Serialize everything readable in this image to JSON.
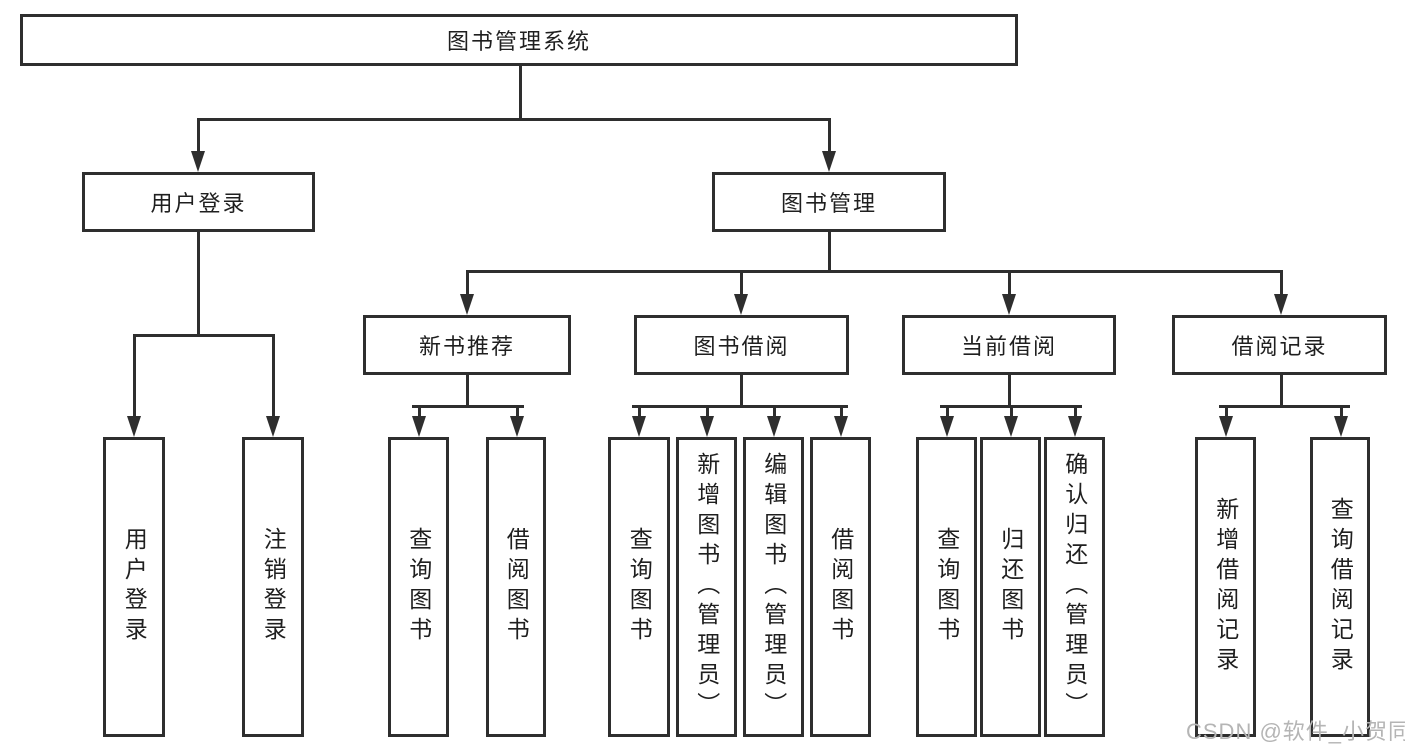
{
  "diagram": {
    "type": "hierarchy-tree",
    "nodes": {
      "root": {
        "label": "图书管理系统"
      },
      "user_login": {
        "label": "用户登录"
      },
      "book_mgmt": {
        "label": "图书管理"
      },
      "new_book_rec": {
        "label": "新书推荐"
      },
      "book_borrow": {
        "label": "图书借阅"
      },
      "current_borrow": {
        "label": "当前借阅"
      },
      "borrow_record": {
        "label": "借阅记录"
      },
      "leaf_user_login": {
        "label": "用户登录"
      },
      "leaf_logout": {
        "label": "注销登录"
      },
      "leaf_query_book_1": {
        "label": "查询图书"
      },
      "leaf_borrow_book_1": {
        "label": "借阅图书"
      },
      "leaf_query_book_2": {
        "label": "查询图书"
      },
      "leaf_add_book": {
        "label": "新增图书（管理员）"
      },
      "leaf_edit_book": {
        "label": "编辑图书（管理员）"
      },
      "leaf_borrow_book_2": {
        "label": "借阅图书"
      },
      "leaf_query_book_3": {
        "label": "查询图书"
      },
      "leaf_return_book": {
        "label": "归还图书"
      },
      "leaf_confirm_return": {
        "label": "确认归还（管理员）"
      },
      "leaf_add_record": {
        "label": "新增借阅记录"
      },
      "leaf_query_record": {
        "label": "查询借阅记录"
      }
    },
    "edges": [
      [
        "root",
        "user_login"
      ],
      [
        "root",
        "book_mgmt"
      ],
      [
        "user_login",
        "leaf_user_login"
      ],
      [
        "user_login",
        "leaf_logout"
      ],
      [
        "book_mgmt",
        "new_book_rec"
      ],
      [
        "book_mgmt",
        "book_borrow"
      ],
      [
        "book_mgmt",
        "current_borrow"
      ],
      [
        "book_mgmt",
        "borrow_record"
      ],
      [
        "new_book_rec",
        "leaf_query_book_1"
      ],
      [
        "new_book_rec",
        "leaf_borrow_book_1"
      ],
      [
        "book_borrow",
        "leaf_query_book_2"
      ],
      [
        "book_borrow",
        "leaf_add_book"
      ],
      [
        "book_borrow",
        "leaf_edit_book"
      ],
      [
        "book_borrow",
        "leaf_borrow_book_2"
      ],
      [
        "current_borrow",
        "leaf_query_book_3"
      ],
      [
        "current_borrow",
        "leaf_return_book"
      ],
      [
        "current_borrow",
        "leaf_confirm_return"
      ],
      [
        "borrow_record",
        "leaf_add_record"
      ],
      [
        "borrow_record",
        "leaf_query_record"
      ]
    ]
  },
  "watermark": {
    "text": "CSDN @软件_小贺同学"
  },
  "colors": {
    "line": "#2e2e2e",
    "text": "#1f1f1f",
    "background": "#ffffff",
    "watermark": "#b5b5b5"
  }
}
